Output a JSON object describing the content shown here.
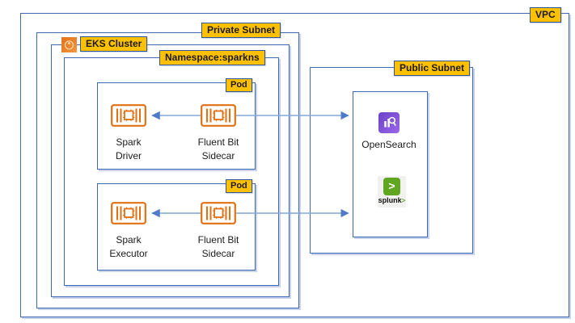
{
  "labels": {
    "vpc": "VPC",
    "private_subnet": "Private Subnet",
    "eks_cluster": "EKS Cluster",
    "namespace": "Namespace:sparkns",
    "public_subnet": "Public Subnet"
  },
  "pods": [
    {
      "label": "Pod",
      "containers": [
        {
          "line1": "Spark",
          "line2": "Driver"
        },
        {
          "line1": "Fluent Bit",
          "line2": "Sidecar"
        }
      ]
    },
    {
      "label": "Pod",
      "containers": [
        {
          "line1": "Spark",
          "line2": "Executor"
        },
        {
          "line1": "Fluent Bit",
          "line2": "Sidecar"
        }
      ]
    }
  ],
  "destinations": {
    "opensearch_label": "OpenSearch",
    "splunk_text": "splunk",
    "splunk_chevron": ">"
  },
  "connections": [
    "Fluent Bit Sidecar -> Spark Driver",
    "Fluent Bit Sidecar (driver pod) -> log destinations",
    "Fluent Bit Sidecar -> Spark Executor",
    "Fluent Bit Sidecar (executor pod) -> log destinations"
  ],
  "icons": {
    "eks": "eks-cluster-icon",
    "container": "container-icon",
    "opensearch": "opensearch-icon",
    "splunk": "splunk-icon"
  },
  "colors": {
    "boundary_border": "#3F68B0",
    "label_fill": "#FFC000",
    "label_border": "#2E5697",
    "container_orange": "#E07012",
    "eks_orange": "#ED7100",
    "opensearch_purple": "#8C4FFF",
    "splunk_green": "#61A621",
    "arrow_blue": "#84A7DC"
  }
}
